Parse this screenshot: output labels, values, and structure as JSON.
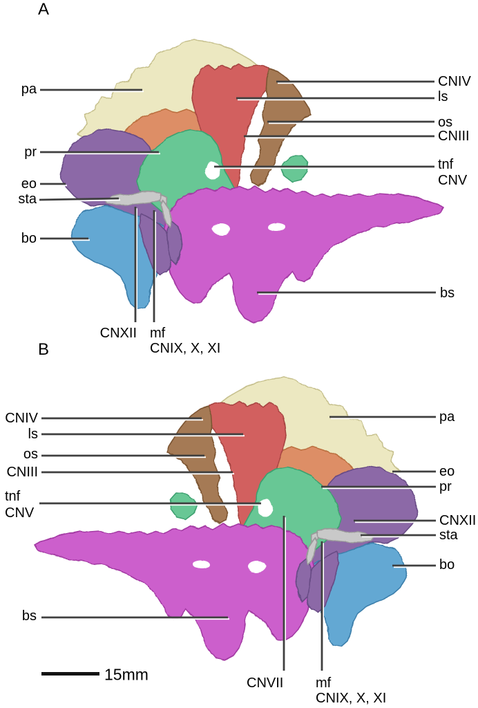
{
  "figure": {
    "panel_a": {
      "letter": "A",
      "labels": {
        "pa": "pa",
        "pr": "pr",
        "eo": "eo",
        "sta": "sta",
        "bo": "bo",
        "cnxii": "CNXII",
        "mf": "mf",
        "mf_nerves": "CNIX, X, XI",
        "cniv": "CNIV",
        "ls": "ls",
        "os": "os",
        "cniii": "CNIII",
        "tnf": "tnf",
        "cnv": "CNV",
        "bs": "bs"
      }
    },
    "panel_b": {
      "letter": "B",
      "labels": {
        "cniv": "CNIV",
        "ls": "ls",
        "os": "os",
        "cniii": "CNIII",
        "tnf": "tnf",
        "cnv": "CNV",
        "bs": "bs",
        "pa": "pa",
        "eo": "eo",
        "pr": "pr",
        "cnxii": "CNXII",
        "sta": "sta",
        "bo": "bo",
        "cnvii": "CNVII",
        "mf": "mf",
        "mf_nerves": "CNIX, X, XI"
      }
    },
    "scale_bar": {
      "label": "15mm"
    },
    "colors": {
      "parietal_pa": "#ece8c1",
      "supraoccipital": "#dd8e66",
      "laterosphenoid_ls": "#d2615f",
      "orbitosphenoid_os": "#a57a55",
      "prootic_pr": "#67c795",
      "otoccipital_eo": "#8c69a7",
      "basioccipital_bo": "#63a8d3",
      "parabasisphenoid_bs": "#cc5ecc",
      "stapes_sta": "#c9c9c9",
      "leader_line": "#3f3f3f",
      "scale_bar": "#111111"
    }
  }
}
